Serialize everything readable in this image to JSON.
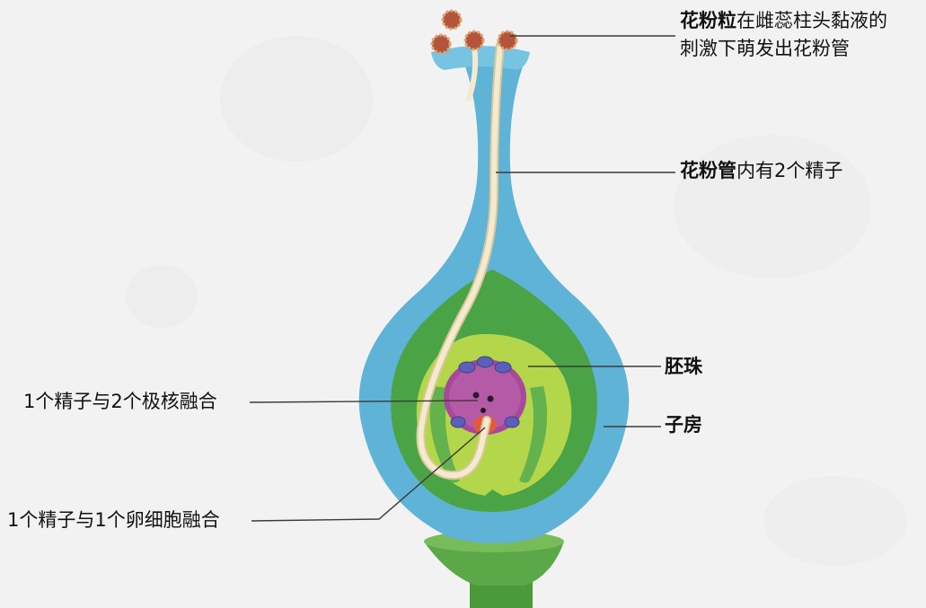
{
  "labels": {
    "pollen_grain_bold": "花粉粒",
    "pollen_grain_rest_1": "在雌蕊柱头黏液的",
    "pollen_grain_rest_2": "刺激下萌发出花粉管",
    "pollen_tube_bold": "花粉管",
    "pollen_tube_rest": "内有2个精子",
    "ovule": "胚珠",
    "ovary": "子房",
    "sperm_polar_nuclei": "1个精子与2个极核融合",
    "sperm_egg_cell": "1个精子与1个卵细胞融合"
  },
  "colors": {
    "pistil": "#5fb3d6",
    "ovary_wall": "#4aa446",
    "ovule": "#b4d64a",
    "embryo_sac": "#a8489a",
    "pollen": "#b2553a",
    "pollen_tube": "#f4ead0",
    "receptacle": "#4a9a3c"
  }
}
